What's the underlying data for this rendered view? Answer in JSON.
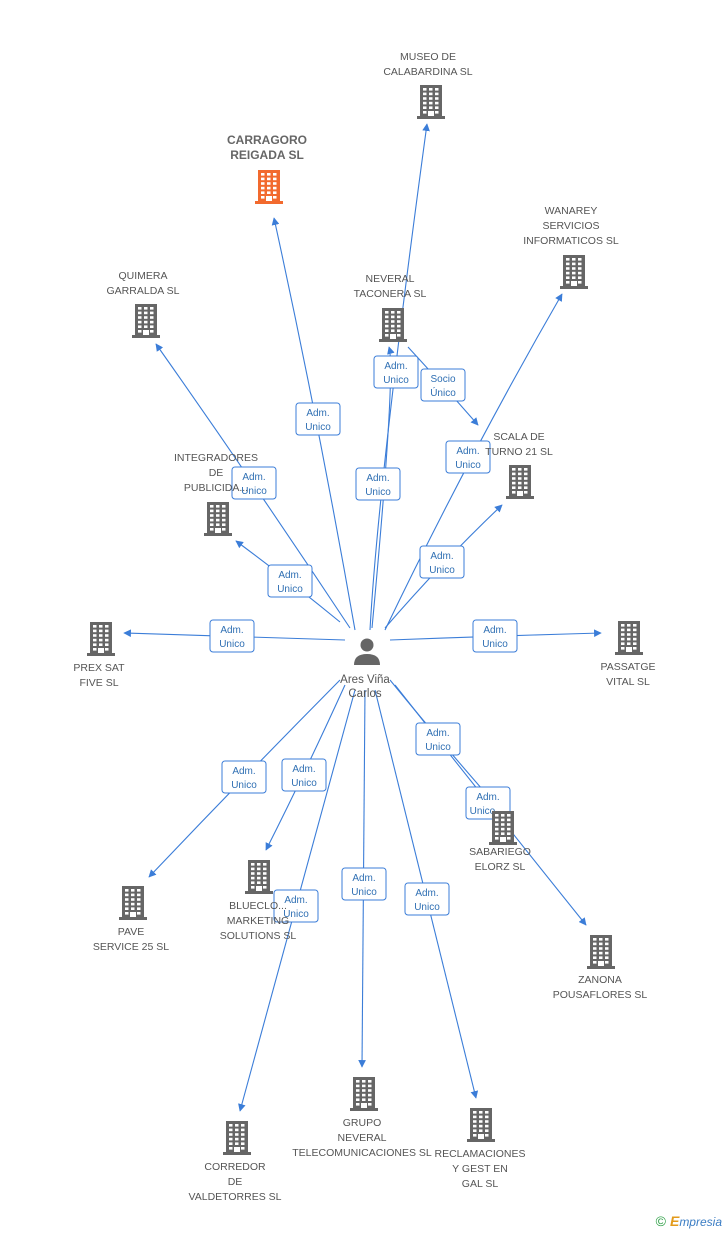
{
  "center": {
    "label": [
      "Ares Viña",
      "Carlos"
    ]
  },
  "colors": {
    "edge": "#3b7dd8",
    "node": "#666666",
    "highlight": "#f26a2e"
  },
  "nodes": [
    {
      "id": "museo",
      "label": [
        "MUSEO DE",
        "CALABARDINA SL"
      ]
    },
    {
      "id": "carragoro",
      "label": [
        "CARRAGORO",
        "REIGADA SL"
      ],
      "highlight": true
    },
    {
      "id": "wanarey",
      "label": [
        "WANAREY",
        "SERVICIOS",
        "INFORMATICOS SL"
      ]
    },
    {
      "id": "quimera",
      "label": [
        "QUIMERA",
        "GARRALDA SL"
      ]
    },
    {
      "id": "neveral",
      "label": [
        "NEVERAL",
        "TACONERA SL"
      ]
    },
    {
      "id": "scala",
      "label": [
        "SCALA DE",
        "TURNO 21 SL"
      ]
    },
    {
      "id": "integradores",
      "label": [
        "INTEGRADORES",
        "DE",
        "PUBLICIDA..."
      ]
    },
    {
      "id": "prex",
      "label": [
        "PREX SAT",
        "FIVE SL"
      ]
    },
    {
      "id": "passatge",
      "label": [
        "PASSATGE",
        "VITAL SL"
      ]
    },
    {
      "id": "sabariego",
      "label": [
        "SABARIEGO",
        "ELORZ SL"
      ]
    },
    {
      "id": "zanona",
      "label": [
        "ZANONA",
        "POUSAFLORES SL"
      ]
    },
    {
      "id": "pave",
      "label": [
        "PAVE",
        "SERVICE 25 SL"
      ]
    },
    {
      "id": "bluecloud",
      "label": [
        "BLUECLO...",
        "MARKETING",
        "SOLUTIONS SL"
      ]
    },
    {
      "id": "grupo",
      "label": [
        "GRUPO",
        "NEVERAL",
        "TELECOMUNICACIONES SL"
      ]
    },
    {
      "id": "reclamaciones",
      "label": [
        "RECLAMACIONES",
        "Y GEST EN",
        "GAL  SL"
      ]
    },
    {
      "id": "corredor",
      "label": [
        "CORREDOR",
        "DE",
        "VALDETORRES SL"
      ]
    }
  ],
  "edges": [
    {
      "target": "museo",
      "label": [
        "Adm.",
        "Unico"
      ]
    },
    {
      "target": "carragoro",
      "label": [
        "Adm.",
        "Unico"
      ]
    },
    {
      "target": "wanarey",
      "label": [
        "Adm.",
        "Unico"
      ]
    },
    {
      "target": "quimera",
      "label": [
        "Adm.",
        "Unico"
      ]
    },
    {
      "target": "neveral",
      "label": [
        "Adm.",
        "Unico"
      ]
    },
    {
      "target": "scala",
      "label": [
        "Adm.",
        "Unico"
      ]
    },
    {
      "target": "integradores",
      "label": [
        "Adm.",
        "Unico"
      ]
    },
    {
      "target": "prex",
      "label": [
        "Adm.",
        "Unico"
      ]
    },
    {
      "target": "passatge",
      "label": [
        "Adm.",
        "Unico"
      ]
    },
    {
      "target": "sabariego",
      "label": [
        "Adm.",
        "Unico"
      ]
    },
    {
      "target": "zanona",
      "label": [
        "Adm.",
        "Unico,..."
      ]
    },
    {
      "target": "pave",
      "label": [
        "Adm.",
        "Unico"
      ]
    },
    {
      "target": "bluecloud",
      "label": [
        "Adm.",
        "Unico"
      ]
    },
    {
      "target": "grupo",
      "label": [
        "Adm.",
        "Unico"
      ]
    },
    {
      "target": "reclamaciones",
      "label": [
        "Adm.",
        "Unico"
      ]
    },
    {
      "target": "corredor",
      "label": [
        "Adm.",
        "Unico"
      ]
    },
    {
      "source": "neveral",
      "target": "scala",
      "label": [
        "Socio",
        "Único"
      ]
    }
  ],
  "footer": {
    "copyright": "©",
    "brand_first": "E",
    "brand_rest": "mpresia"
  }
}
